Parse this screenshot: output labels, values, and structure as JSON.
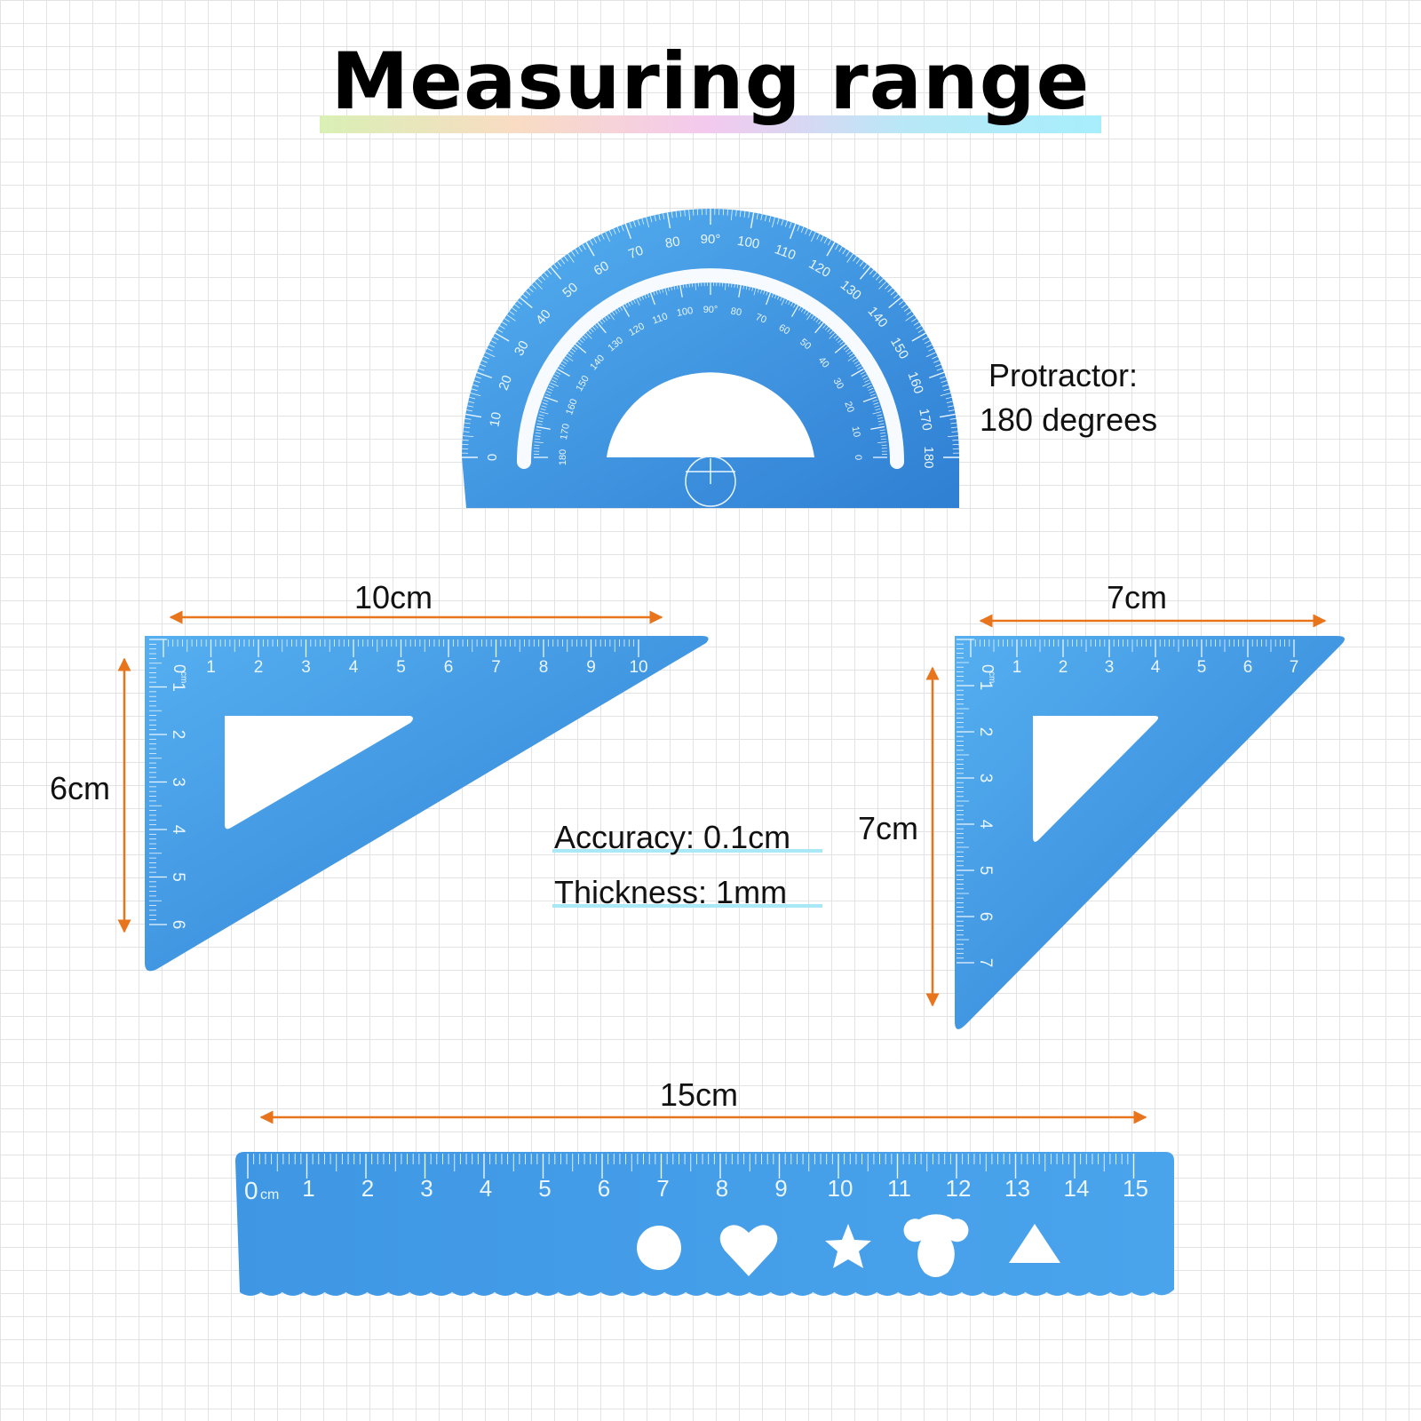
{
  "title": "Measuring range",
  "protractor": {
    "label_line1": "Protractor:",
    "label_line2": "180 degrees",
    "outer_scale": [
      "0",
      "10",
      "20",
      "30",
      "40",
      "50",
      "60",
      "70",
      "80",
      "90°",
      "100",
      "110",
      "120",
      "130",
      "140",
      "150",
      "160",
      "170",
      "180"
    ],
    "inner_scale": [
      "180",
      "170",
      "160",
      "150",
      "140",
      "130",
      "120",
      "110",
      "100",
      "90°",
      "80",
      "70",
      "60",
      "50",
      "40",
      "30",
      "20",
      "10",
      "0"
    ]
  },
  "triangle_a": {
    "width_label": "10cm",
    "height_label": "6cm",
    "top_scale": [
      "1",
      "2",
      "3",
      "4",
      "5",
      "6",
      "7",
      "8",
      "9",
      "10"
    ],
    "side_scale": [
      "1",
      "2",
      "3",
      "4",
      "5",
      "6"
    ],
    "zero_label": "0",
    "unit_label": "cm"
  },
  "triangle_b": {
    "width_label": "7cm",
    "height_label": "7cm",
    "top_scale": [
      "1",
      "2",
      "3",
      "4",
      "5",
      "6",
      "7"
    ],
    "side_scale": [
      "1",
      "2",
      "3",
      "4",
      "5",
      "6",
      "7"
    ],
    "zero_label": "0",
    "unit_label": "cm"
  },
  "specs": {
    "accuracy": "Accuracy: 0.1cm",
    "thickness": "Thickness: 1mm"
  },
  "ruler": {
    "length_label": "15cm",
    "zero_label": "0",
    "unit_label": "cm",
    "scale": [
      "1",
      "2",
      "3",
      "4",
      "5",
      "6",
      "7",
      "8",
      "9",
      "10",
      "11",
      "12",
      "13",
      "14",
      "15"
    ],
    "stencil_shapes": [
      "circle-icon",
      "heart-icon",
      "star-icon",
      "bear-head-icon",
      "triangle-icon"
    ]
  },
  "colors": {
    "blue_light": "#4ea8ee",
    "blue_dark": "#2e7dd2",
    "arrow_orange": "#e8741c",
    "marking_white": "#e9f5ff",
    "accent_cyan": "#a9e9f6"
  }
}
